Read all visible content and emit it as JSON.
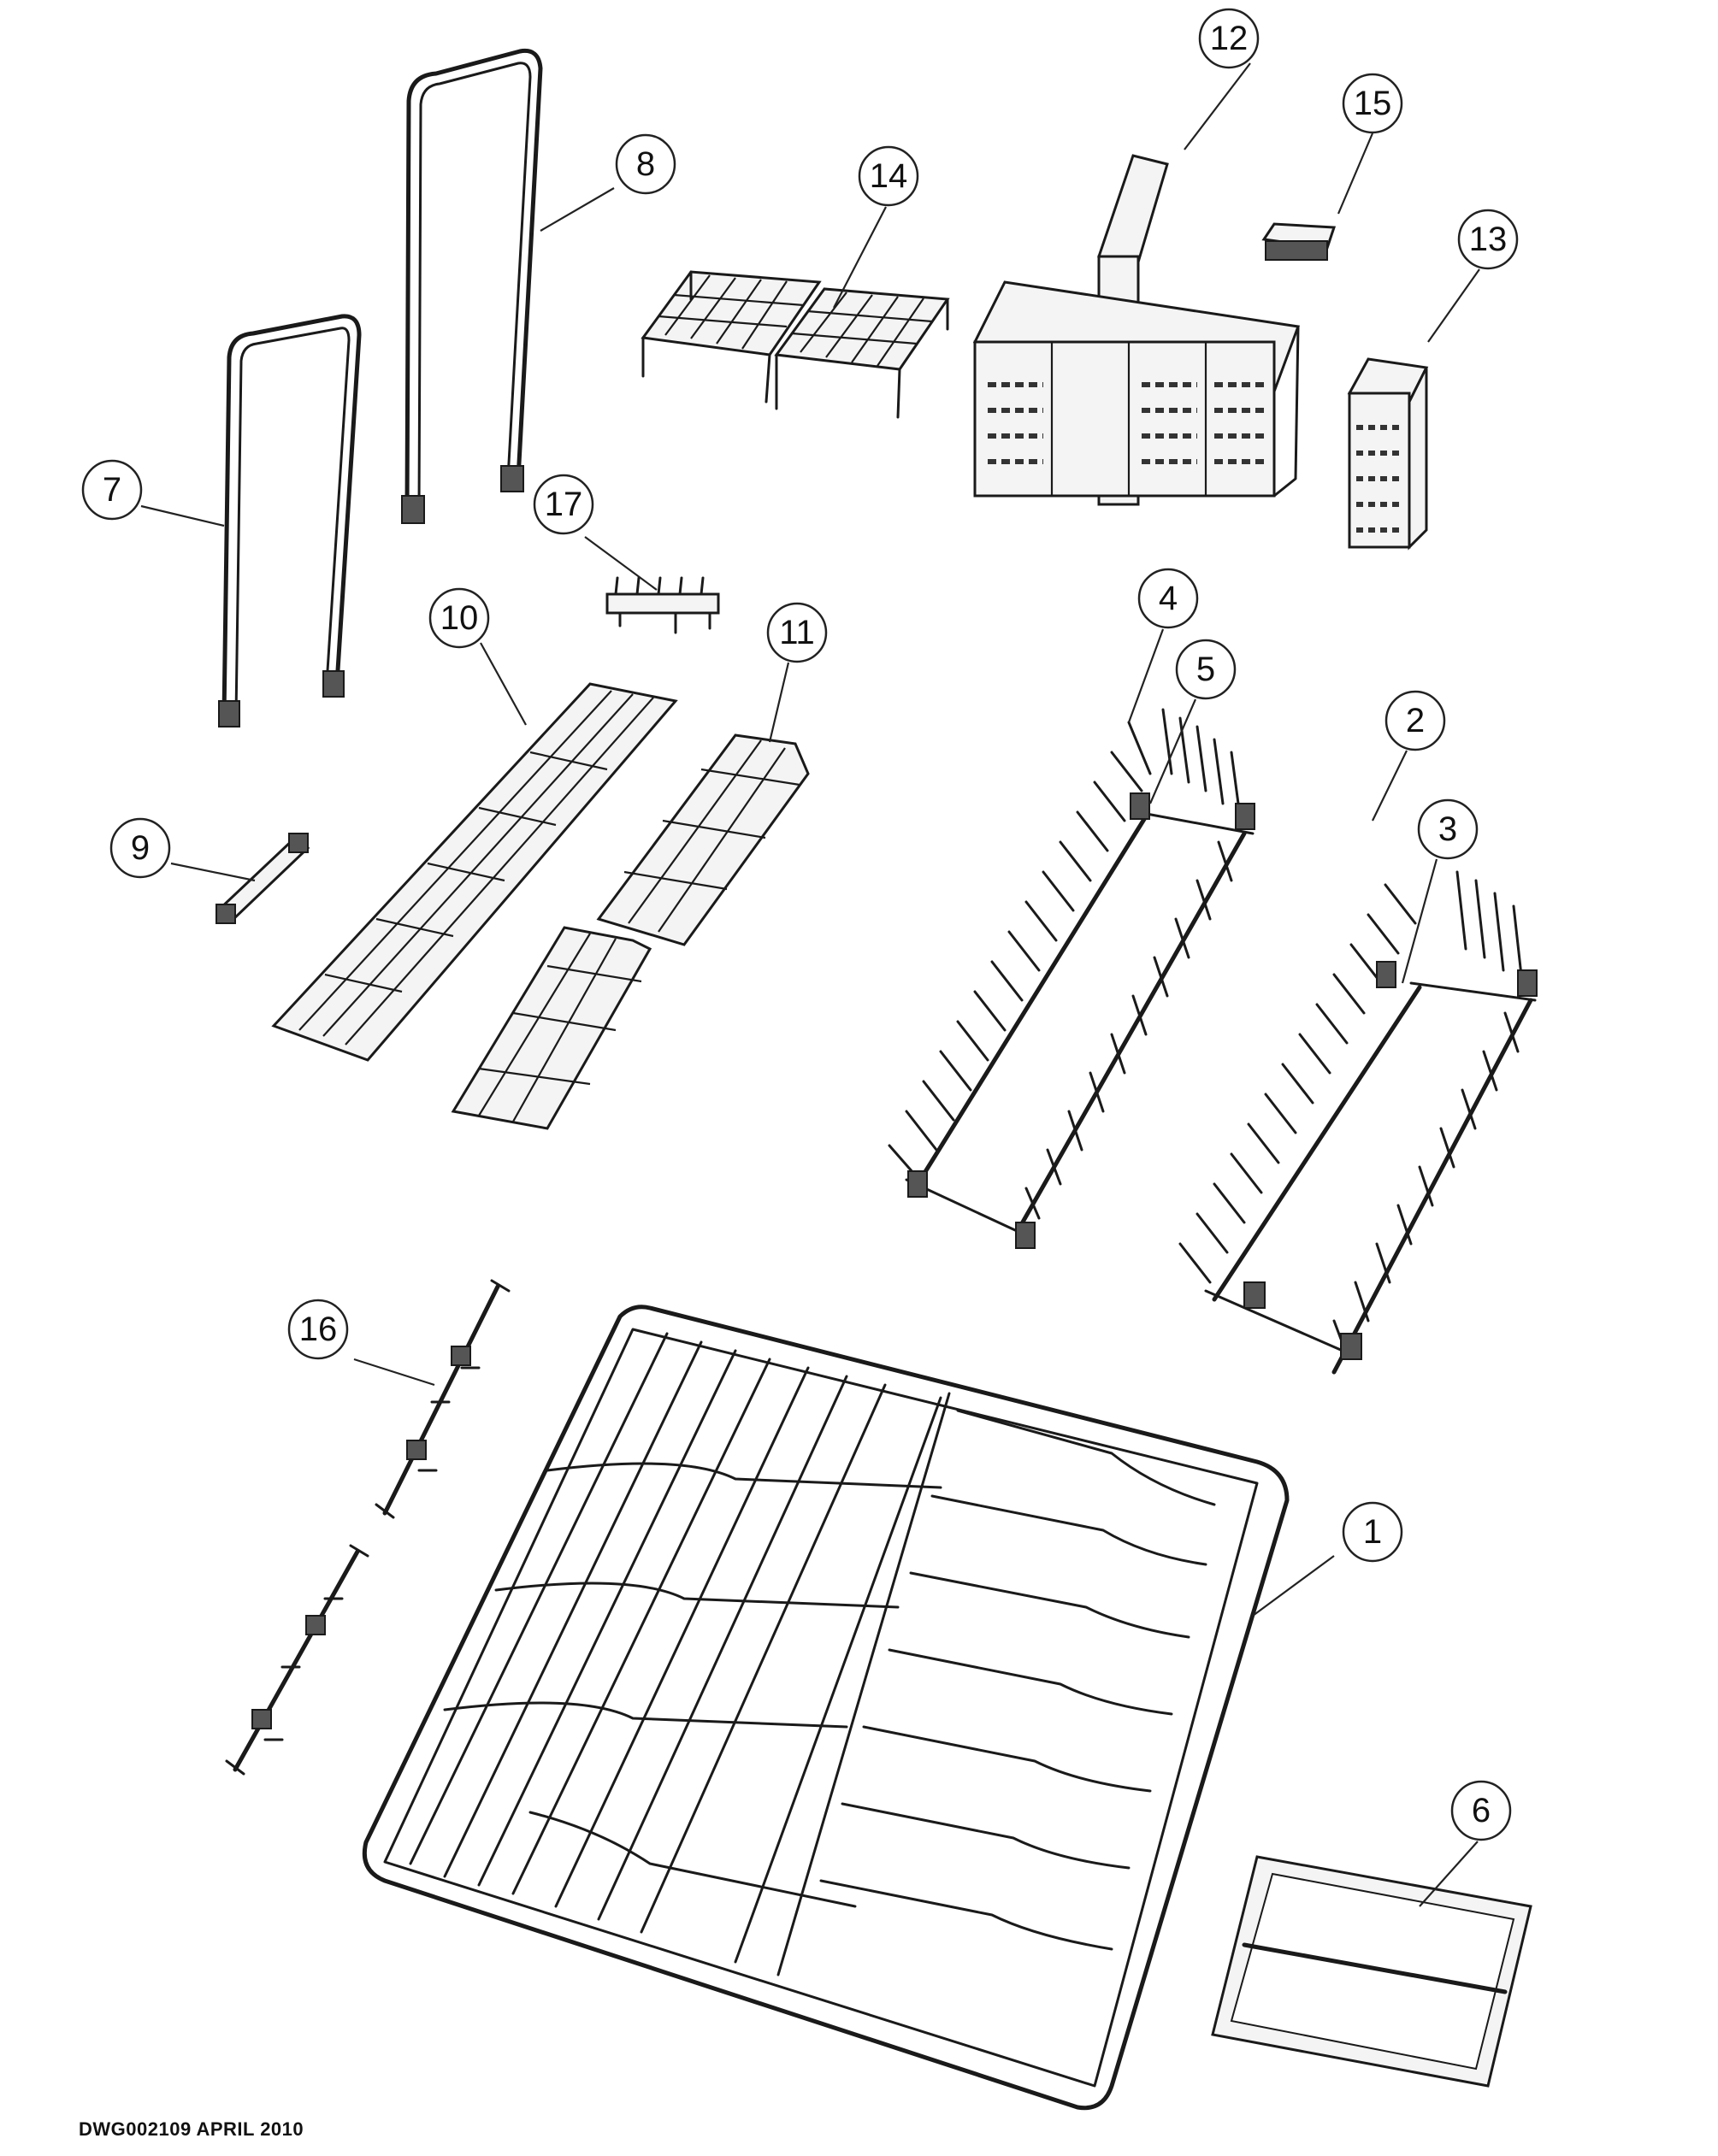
{
  "drawing_reference": "DWG002109 APRIL 2010",
  "callouts": [
    {
      "id": "1",
      "label": "1"
    },
    {
      "id": "2",
      "label": "2"
    },
    {
      "id": "3",
      "label": "3"
    },
    {
      "id": "4",
      "label": "4"
    },
    {
      "id": "5",
      "label": "5"
    },
    {
      "id": "6",
      "label": "6"
    },
    {
      "id": "7",
      "label": "7"
    },
    {
      "id": "8",
      "label": "8"
    },
    {
      "id": "9",
      "label": "9"
    },
    {
      "id": "10",
      "label": "10"
    },
    {
      "id": "11",
      "label": "11"
    },
    {
      "id": "12",
      "label": "12"
    },
    {
      "id": "13",
      "label": "13"
    },
    {
      "id": "14",
      "label": "14"
    },
    {
      "id": "15",
      "label": "15"
    },
    {
      "id": "16",
      "label": "16"
    },
    {
      "id": "17",
      "label": "17"
    }
  ],
  "colors": {
    "line": "#1a1a1a",
    "background": "#ffffff"
  }
}
